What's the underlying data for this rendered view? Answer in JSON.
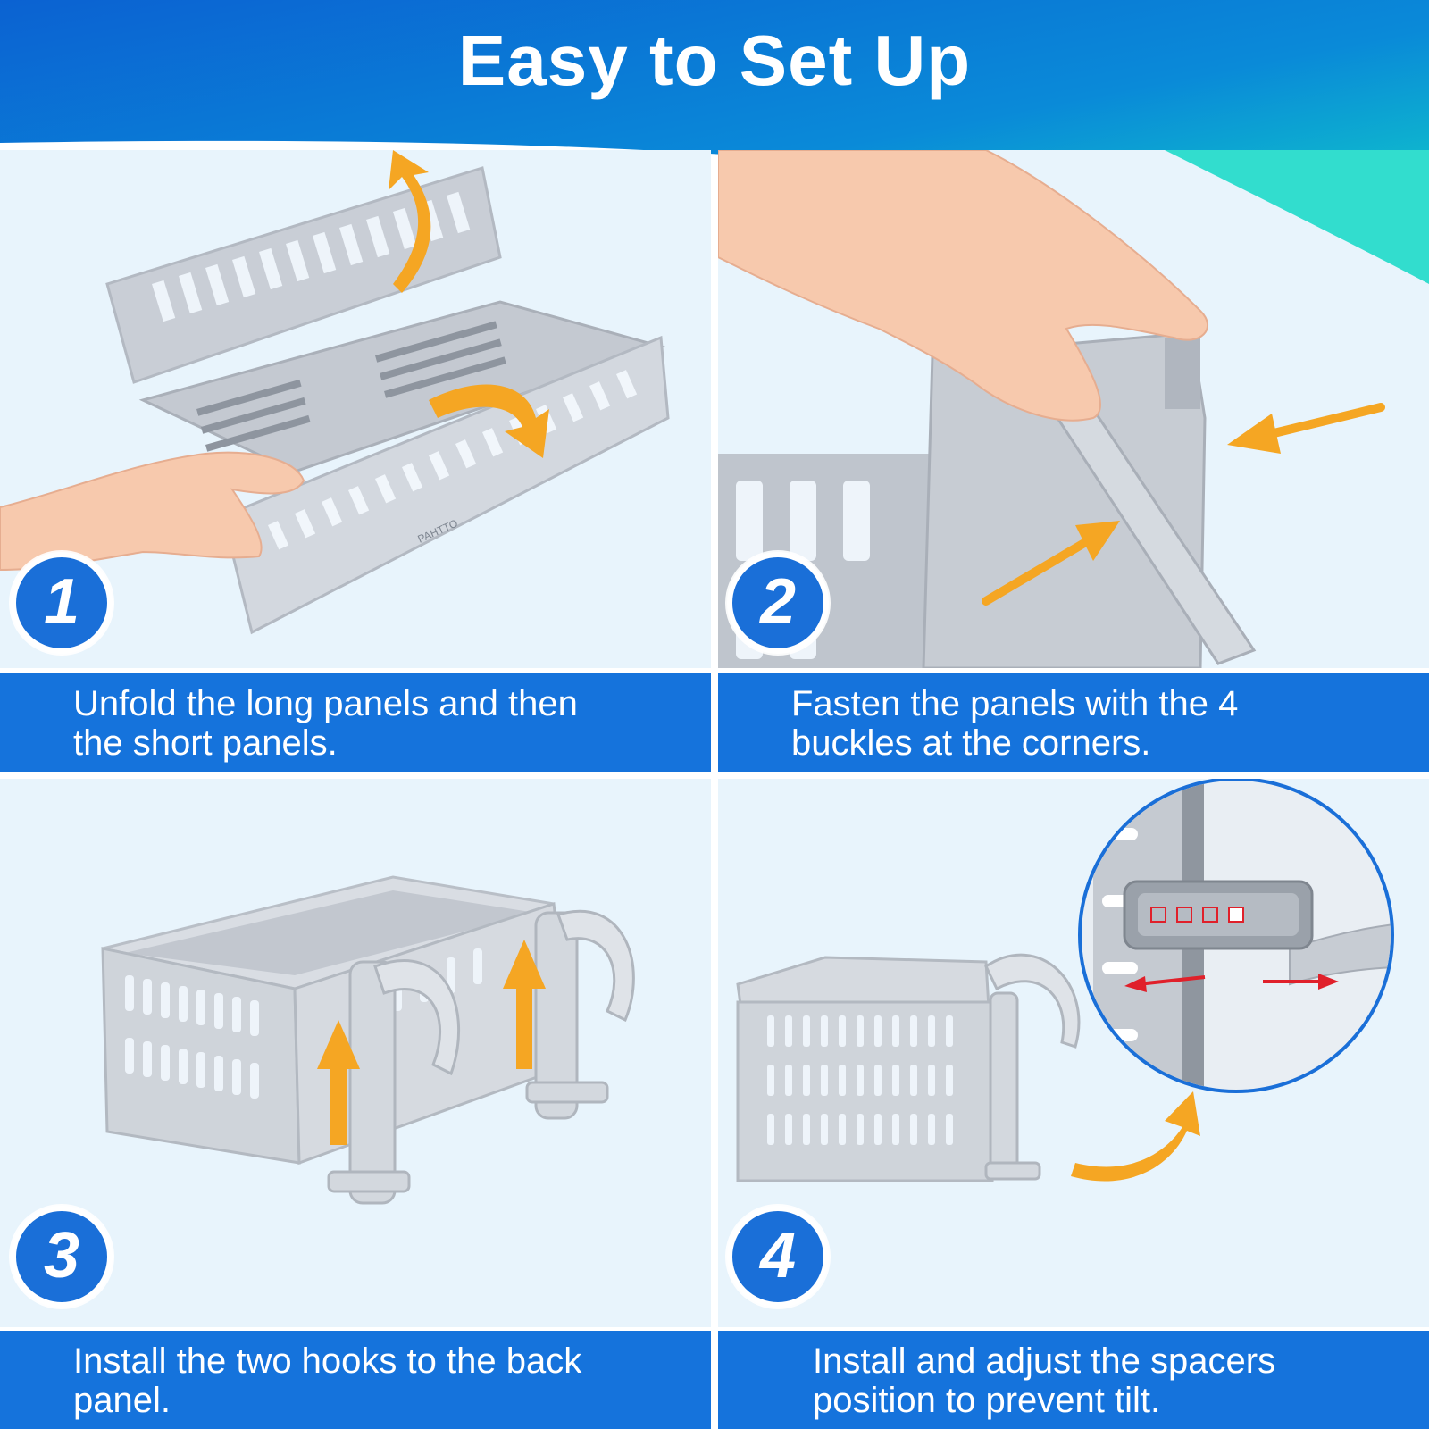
{
  "title": "Easy to Set Up",
  "colors": {
    "header_dark": "#0b6fd6",
    "header_teal": "#10d6c8",
    "panel_bg": "#e8f4fc",
    "caption_bg": "#1573dc",
    "badge_bg": "#1a6fd8",
    "arrow": "#f5a623",
    "basket": "#c9ced6",
    "marker_red": "#e0202a"
  },
  "steps": [
    {
      "number": "1",
      "caption_line1": "Unfold the long panels and then",
      "caption_line2": "the short panels.",
      "brand_text": "PAHTTO"
    },
    {
      "number": "2",
      "caption_line1": "Fasten the panels with the 4",
      "caption_line2": "buckles at the corners."
    },
    {
      "number": "3",
      "caption_line1": "Install the two hooks to the back",
      "caption_line2": "panel."
    },
    {
      "number": "4",
      "caption_line1": "Install and adjust the spacers",
      "caption_line2": "position to prevent tilt."
    }
  ]
}
